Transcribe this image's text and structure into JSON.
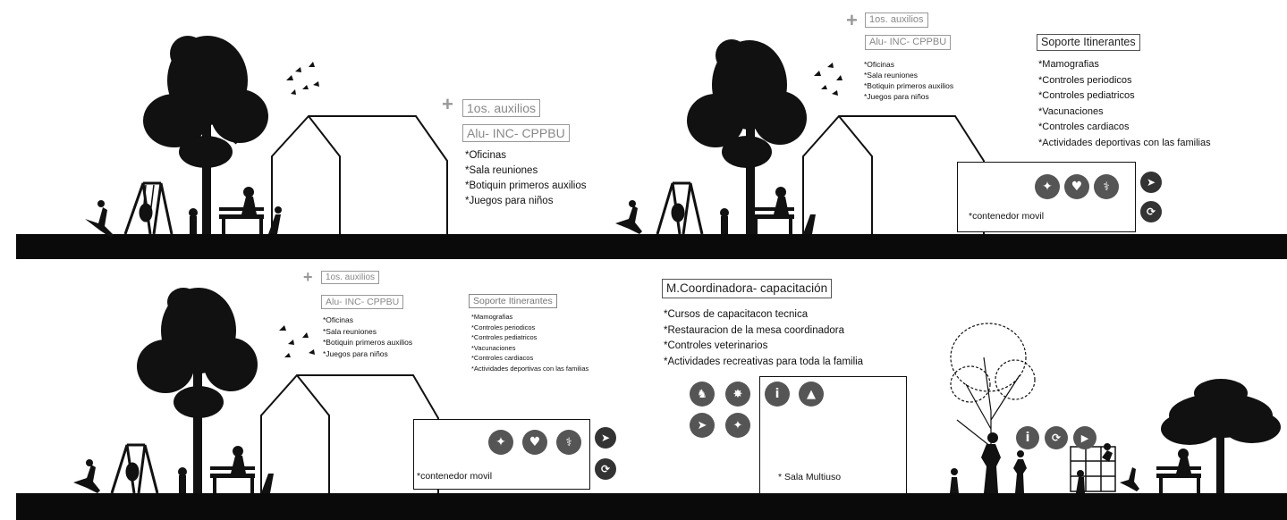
{
  "scene1": {
    "plus": "+",
    "title1": "1os. auxilios",
    "title2": "Alu- INC- CPPBU",
    "items": [
      "*Oficinas",
      "*Sala reuniones",
      "*Botiquin primeros auxilios",
      "*Juegos para niños"
    ]
  },
  "scene2": {
    "plus": "+",
    "title1": "1os. auxilios",
    "title2": "Alu- INC- CPPBU",
    "items": [
      "*Oficinas",
      "*Sala reuniones",
      "*Botiquin primeros auxilios",
      "*Juegos para niños"
    ],
    "soporte_title": "Soporte Itinerantes",
    "soporte_items": [
      "*Mamografias",
      "*Controles periodicos",
      "*Controles pediatricos",
      "*Vacunaciones",
      "*Controles cardiacos",
      "*Actividades deportivas con las familias"
    ],
    "container_label": "*contenedor movil"
  },
  "scene3": {
    "plus": "+",
    "title1": "1os. auxilios",
    "title2": "Alu- INC- CPPBU",
    "items": [
      "*Oficinas",
      "*Sala reuniones",
      "*Botiquin primeros auxilios",
      "*Juegos para niños"
    ],
    "soporte_title": "Soporte Itinerantes",
    "soporte_items": [
      "*Mamografias",
      "*Controles periodicos",
      "*Controles pediatricos",
      "*Vacunaciones",
      "*Controles cardiacos",
      "*Actividades deportivas con las familias"
    ],
    "container_label": "*contenedor movil"
  },
  "scene4": {
    "title": "M.Coordinadora- capacitación",
    "items": [
      "*Cursos de capacitacon tecnica",
      "*Restauracion de la mesa coordinadora",
      "*Controles veterinarios",
      "*Actividades recreativas para toda la familia"
    ],
    "sala_label": "* Sala Multiuso"
  },
  "icons": {
    "s2_row1": [
      "run-icon",
      "heart-icon",
      "stethoscope-icon"
    ],
    "s2_side": [
      "walk-icon",
      "bike-icon"
    ],
    "s3_row1": [
      "run-icon",
      "heart-icon",
      "stethoscope-icon"
    ],
    "s3_side": [
      "walk-icon",
      "bike-icon"
    ],
    "s4_row1": [
      "horse-icon",
      "dog-icon",
      "info-icon",
      "flame-icon"
    ],
    "s4_row2": [
      "walk-icon",
      "run-icon"
    ],
    "s4_right": [
      "info-icon",
      "cycle-icon",
      "play-icon"
    ]
  }
}
